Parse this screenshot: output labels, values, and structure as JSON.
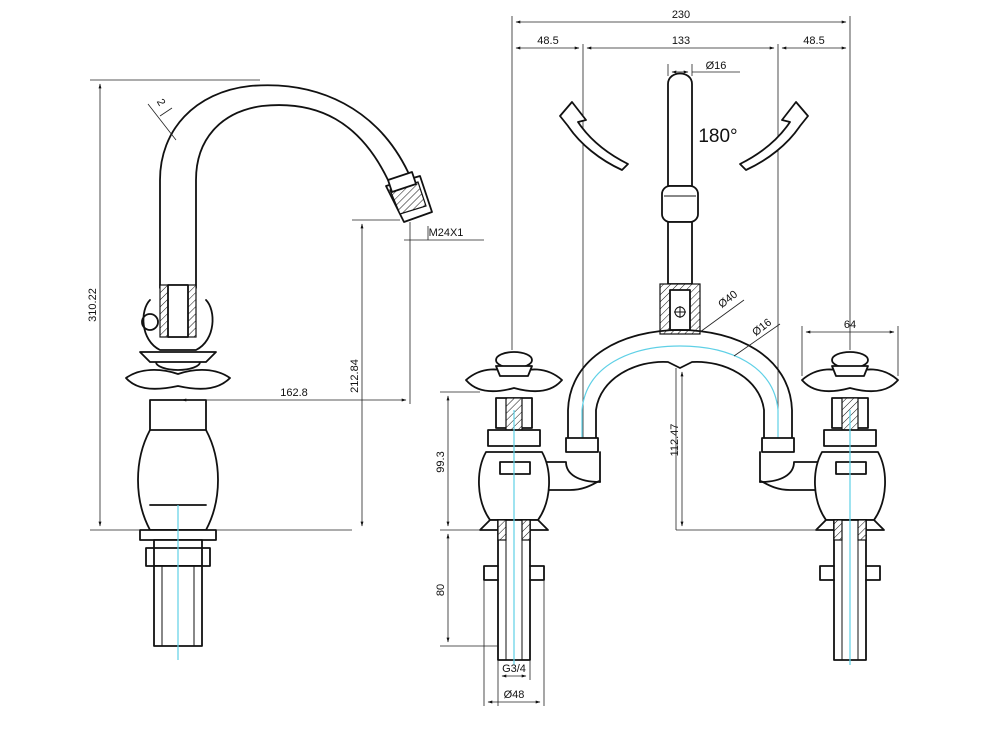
{
  "dimensions": {
    "total_width": "230",
    "left_offset": "48.5",
    "center_span": "133",
    "right_offset": "48.5",
    "spout_diameter": "Ø16",
    "rotation": "180°",
    "total_height": "310.22",
    "spout_reach": "162.8",
    "spout_height": "212.84",
    "aerator_thread": "M24X1",
    "spout_offset": "2",
    "bridge_diameter": "Ø40",
    "bridge_tube_diameter": "Ø16",
    "handle_width": "64",
    "valve_height": "99.3",
    "bridge_height": "112.47",
    "shank_length": "80",
    "thread": "G3/4",
    "shank_diameter": "Ø48"
  },
  "colors": {
    "line": "#111111",
    "centerline": "#5fd0e6"
  }
}
